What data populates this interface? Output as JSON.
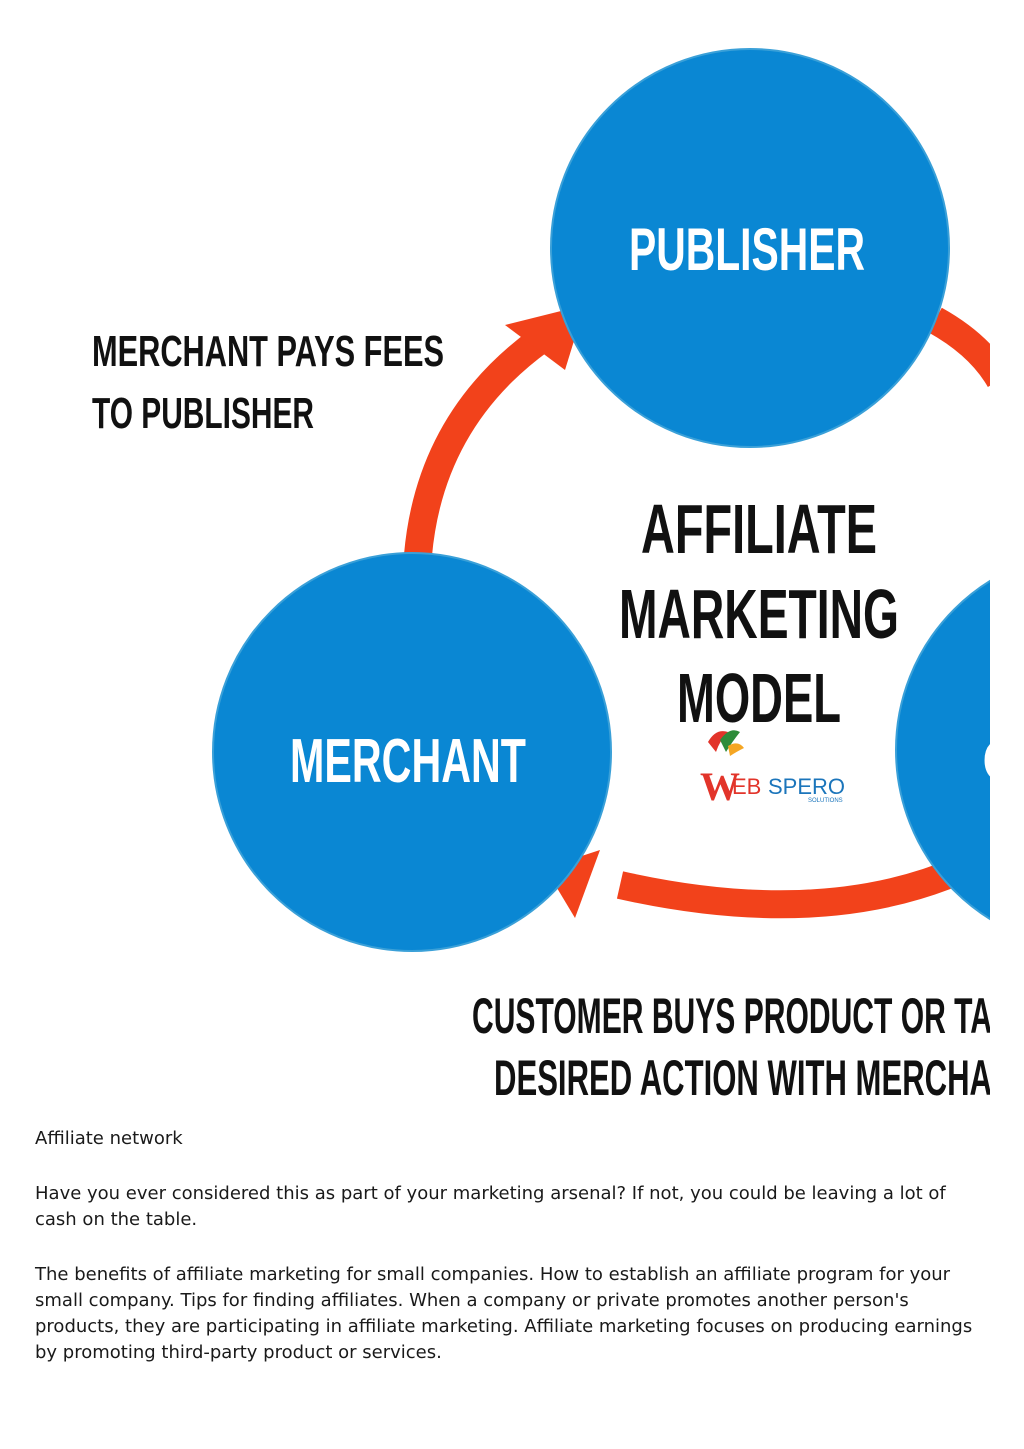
{
  "diagram": {
    "publisher_label": "PUBLISHER",
    "merchant_label": "MERCHANT",
    "customer_label_partial": "C",
    "fees_note_line1": "MERCHANT PAYS FEES",
    "fees_note_line2": "TO PUBLISHER",
    "model_title_line1": "AFFILIATE",
    "model_title_line2": "MARKETING",
    "model_title_line3": "MODEL",
    "customer_note_line1": "CUSTOMER BUYS PRODUCT OR TA",
    "customer_note_line2": "DESIRED ACTION WITH MERCHA",
    "logo": {
      "brand_w": "W",
      "brand_eb": "EB",
      "brand_spero": "SPERO",
      "brand_sub": "SOLUTIONS"
    },
    "colors": {
      "circle": "#0a87d3",
      "arrow": "#f2421b",
      "text": "#111111"
    }
  },
  "content": {
    "caption": "Affiliate network",
    "paragraph1": "Have you ever considered this as part of your marketing arsenal? If not, you could be leaving a lot of cash on the table.",
    "paragraph2": "The benefits of affiliate marketing for small companies. How to establish an affiliate program for your small company. Tips for finding affiliates. When a company or private promotes another person's products, they are participating in affiliate marketing. Affiliate marketing focuses on producing earnings by promoting third-party product or services."
  }
}
